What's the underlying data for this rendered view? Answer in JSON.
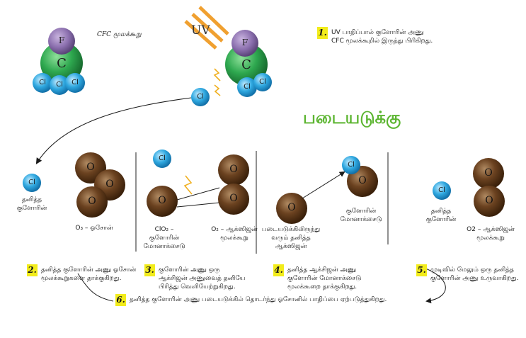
{
  "title": "படையடுக்கு",
  "cfc_label": "CFC மூலக்கூறு",
  "uv_label": "UV",
  "atoms": {
    "fluorine": "F",
    "carbon": "C",
    "chlorine": "Cl",
    "oxygen": "O"
  },
  "labels": {
    "free_chlorine_1": "தனித்த குளோரின்",
    "ozone": "O₃ – ஓசோன்",
    "clo2": "ClO₂ – குளோரின் மோனாக்சைடு",
    "o2_a": "O₂ – ஆக்ஸிஜன் மூலக்கூறு",
    "free_oxygen": "படையடுக்கிலிருந்து வரும் தனித்த ஆக்ஸிஜன்",
    "chlorine_monoxide": "குளோரின் மோனாக்சைடு",
    "free_chlorine_2": "தனித்த குளோரின்",
    "o2_b": "O2 – ஆக்ஸிஜன் மூலக்கூறு"
  },
  "steps": [
    {
      "num": "1.",
      "text": "UV பாதிப்பால் குளோரின் அணு CFC மூலக்கூறில் இருந்து பிரிகிறது."
    },
    {
      "num": "2.",
      "text": "தனித்த குளோரின் அணு ஓசோன் மூலக்கூறுகளை தாக்குகிறது."
    },
    {
      "num": "3.",
      "text": "குளோரின் அணு ஒரு ஆக்சிஜன் அணுவைத் தனியே பிரித்து வெளியேற்றுகிறது."
    },
    {
      "num": "4.",
      "text": "தனித்த ஆக்சிஜன் அணு குளோரின் மோனாக்சைடு மூலக்கூறை தாக்குகிறது."
    },
    {
      "num": "5.",
      "text": "முடிவில் மேலும் ஒரு தனித்த குளோரின் அணு உருவாகிறது."
    },
    {
      "num": "6.",
      "text": "தனித்த குளோரின் அணு படையடுக்கில் தொடர்ந்து ஓசோனில் பாதிப்பை ஏற்படுத்துகிறது."
    }
  ],
  "colors": {
    "title_green": "#5cb531",
    "badge_yellow": "#f2ec1b",
    "fluorine_purple": "#8b6fae",
    "carbon_green": "#2ea84f",
    "chlorine_blue": "#2fa8e0",
    "oxygen_brown": "#5e3716",
    "uv_orange": "#f0a030"
  }
}
